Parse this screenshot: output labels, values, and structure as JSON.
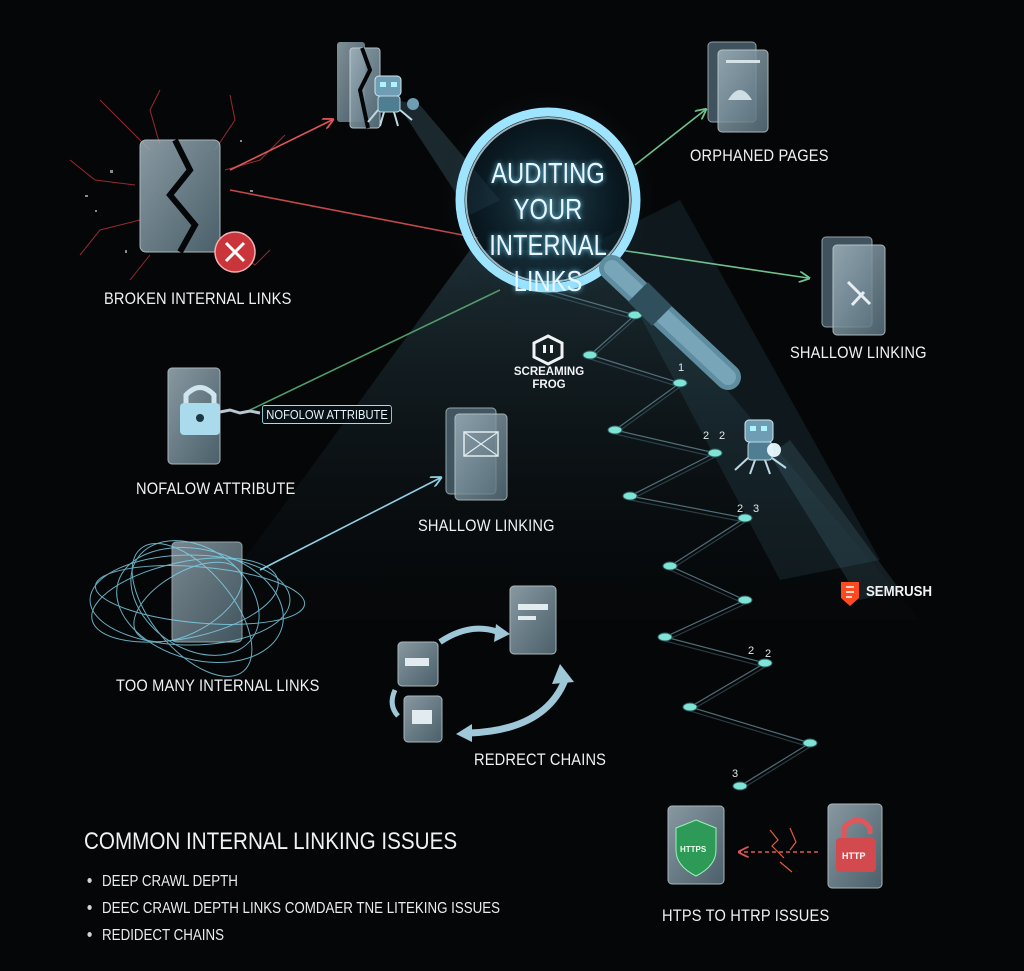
{
  "title": {
    "line1": "AUDITING",
    "line2": "YOUR INTERNAL",
    "line3": "LINKS"
  },
  "labels": {
    "broken": "BROKEN INTERNAL LINKS",
    "orphaned": "ORPHANED PAGES",
    "shallow_right": "SHALLOW LINKING",
    "shallow_center": "SHALLOW LINKING",
    "nofollow_badge": "NOFOLOW ATTRIBUTE",
    "nofollow": "NOFALOW ATTRIBUTE",
    "too_many": "TOO MANY INTERNAL LINKS",
    "redirect": "REDRECT CHAINS",
    "https": "HTPS TO HTRP ISSUES"
  },
  "brands": {
    "screaming_frog_line1": "SCREAMING",
    "screaming_frog_line2": "FROG",
    "semrush": "SEMRUSH"
  },
  "shield_labels": {
    "https": "HTTPS",
    "http": "HTTP"
  },
  "path_numbers": [
    "1",
    "2",
    "2",
    "2",
    "3",
    "2",
    "2",
    "3"
  ],
  "issues": {
    "heading": "COMMON INTERNAL LINKING ISSUES",
    "items": [
      "DEEP CRAWL DEPTH",
      "DEEC CRAWL DEPTH LINKS COMDAER TNE LITEKING ISSUES",
      "REDIDECT CHAINS"
    ]
  },
  "colors": {
    "background": "#050607",
    "glow": "#6fd6ff",
    "link_red": "#e0565a",
    "link_green": "#6fc28f",
    "node": "#7ee4d6",
    "semrush": "#ff4a1f"
  }
}
